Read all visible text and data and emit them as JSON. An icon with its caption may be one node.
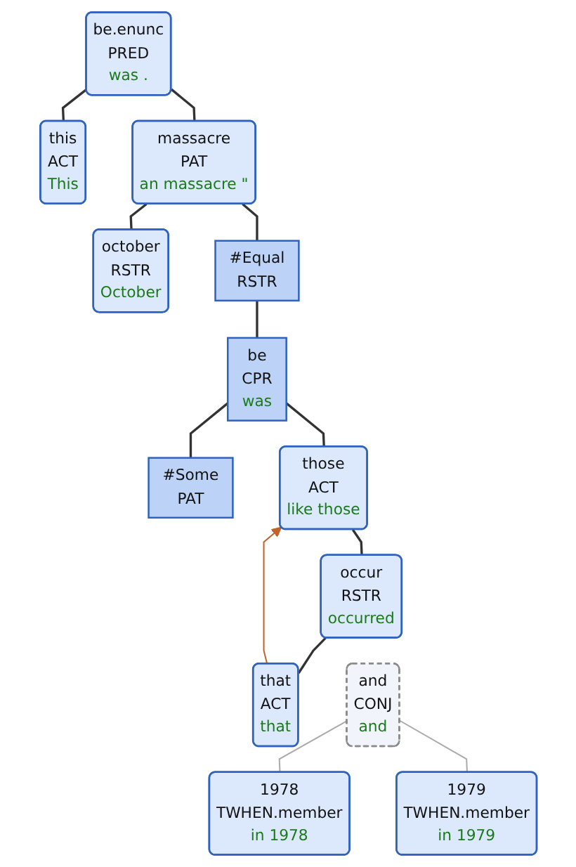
{
  "diagram": {
    "nodes": [
      {
        "text": [
          "be.enunc",
          "PRED",
          "was ."
        ]
      },
      {
        "text": [
          "this",
          "ACT",
          "This"
        ]
      },
      {
        "text": [
          "massacre",
          "PAT",
          "an massacre \""
        ]
      },
      {
        "text": [
          "october",
          "RSTR",
          "October"
        ]
      },
      {
        "text": [
          "#Equal",
          "RSTR"
        ]
      },
      {
        "text": [
          "be",
          "CPR",
          "was"
        ]
      },
      {
        "text": [
          "#Some",
          "PAT"
        ]
      },
      {
        "text": [
          "those",
          "ACT",
          "like those"
        ]
      },
      {
        "text": [
          "occur",
          "RSTR",
          "occurred"
        ]
      },
      {
        "text": [
          "that",
          "ACT",
          "that"
        ]
      },
      {
        "text": [
          "and",
          "CONJ",
          "and"
        ]
      },
      {
        "text": [
          "1978",
          "TWHEN.member",
          "in 1978"
        ]
      },
      {
        "text": [
          "1979",
          "TWHEN.member",
          "in 1979"
        ]
      }
    ],
    "edges": [
      {
        "from": 0,
        "to": 1,
        "arrow": "none"
      },
      {
        "from": 0,
        "to": 2,
        "arrow": "none"
      },
      {
        "from": 2,
        "to": 3,
        "arrow": "none"
      },
      {
        "from": 2,
        "to": 4,
        "arrow": "none"
      },
      {
        "from": 4,
        "to": 5,
        "arrow": "none"
      },
      {
        "from": 5,
        "to": 6,
        "arrow": "none"
      },
      {
        "from": 5,
        "to": 7,
        "arrow": "none"
      },
      {
        "from": 7,
        "to": 8,
        "arrow": "none"
      },
      {
        "from": 8,
        "to": 9,
        "arrow": "none"
      },
      {
        "from": 10,
        "to": 11,
        "arrow": "none",
        "color": "#aaaaaa"
      },
      {
        "from": 10,
        "to": 12,
        "arrow": "none",
        "color": "#aaaaaa"
      },
      {
        "from": 9,
        "to": 7,
        "arrow": "to",
        "color": "#c0622b"
      }
    ]
  }
}
